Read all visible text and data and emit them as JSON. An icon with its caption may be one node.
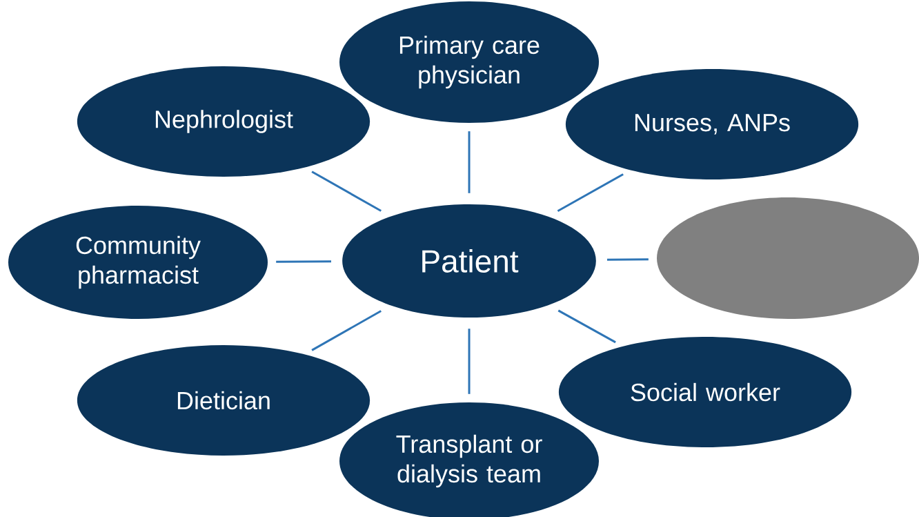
{
  "diagram": {
    "nodes": [
      {
        "text": [
          "Primary care physician"
        ]
      },
      {
        "text": [
          "Nephrologist"
        ]
      },
      {
        "text": [
          "Nurses, ANPs"
        ]
      },
      {
        "text": [
          "Community pharmacist"
        ]
      },
      {
        "text": [
          "Patient"
        ]
      },
      {
        "text": [],
        "shape": "ellipse"
      },
      {
        "text": [
          "Dietician"
        ]
      },
      {
        "text": [
          "Social worker"
        ]
      },
      {
        "text": [
          "Transplant or dialysis team"
        ]
      }
    ],
    "edges": [
      {
        "from": 4,
        "to": 0,
        "arrow": "none"
      },
      {
        "from": 4,
        "to": 1,
        "arrow": "none"
      },
      {
        "from": 4,
        "to": 2,
        "arrow": "none"
      },
      {
        "from": 4,
        "to": 3,
        "arrow": "none"
      },
      {
        "from": 4,
        "to": 5,
        "arrow": "none"
      },
      {
        "from": 4,
        "to": 6,
        "arrow": "none"
      },
      {
        "from": 4,
        "to": 7,
        "arrow": "none"
      },
      {
        "from": 4,
        "to": 8,
        "arrow": "none"
      }
    ]
  }
}
